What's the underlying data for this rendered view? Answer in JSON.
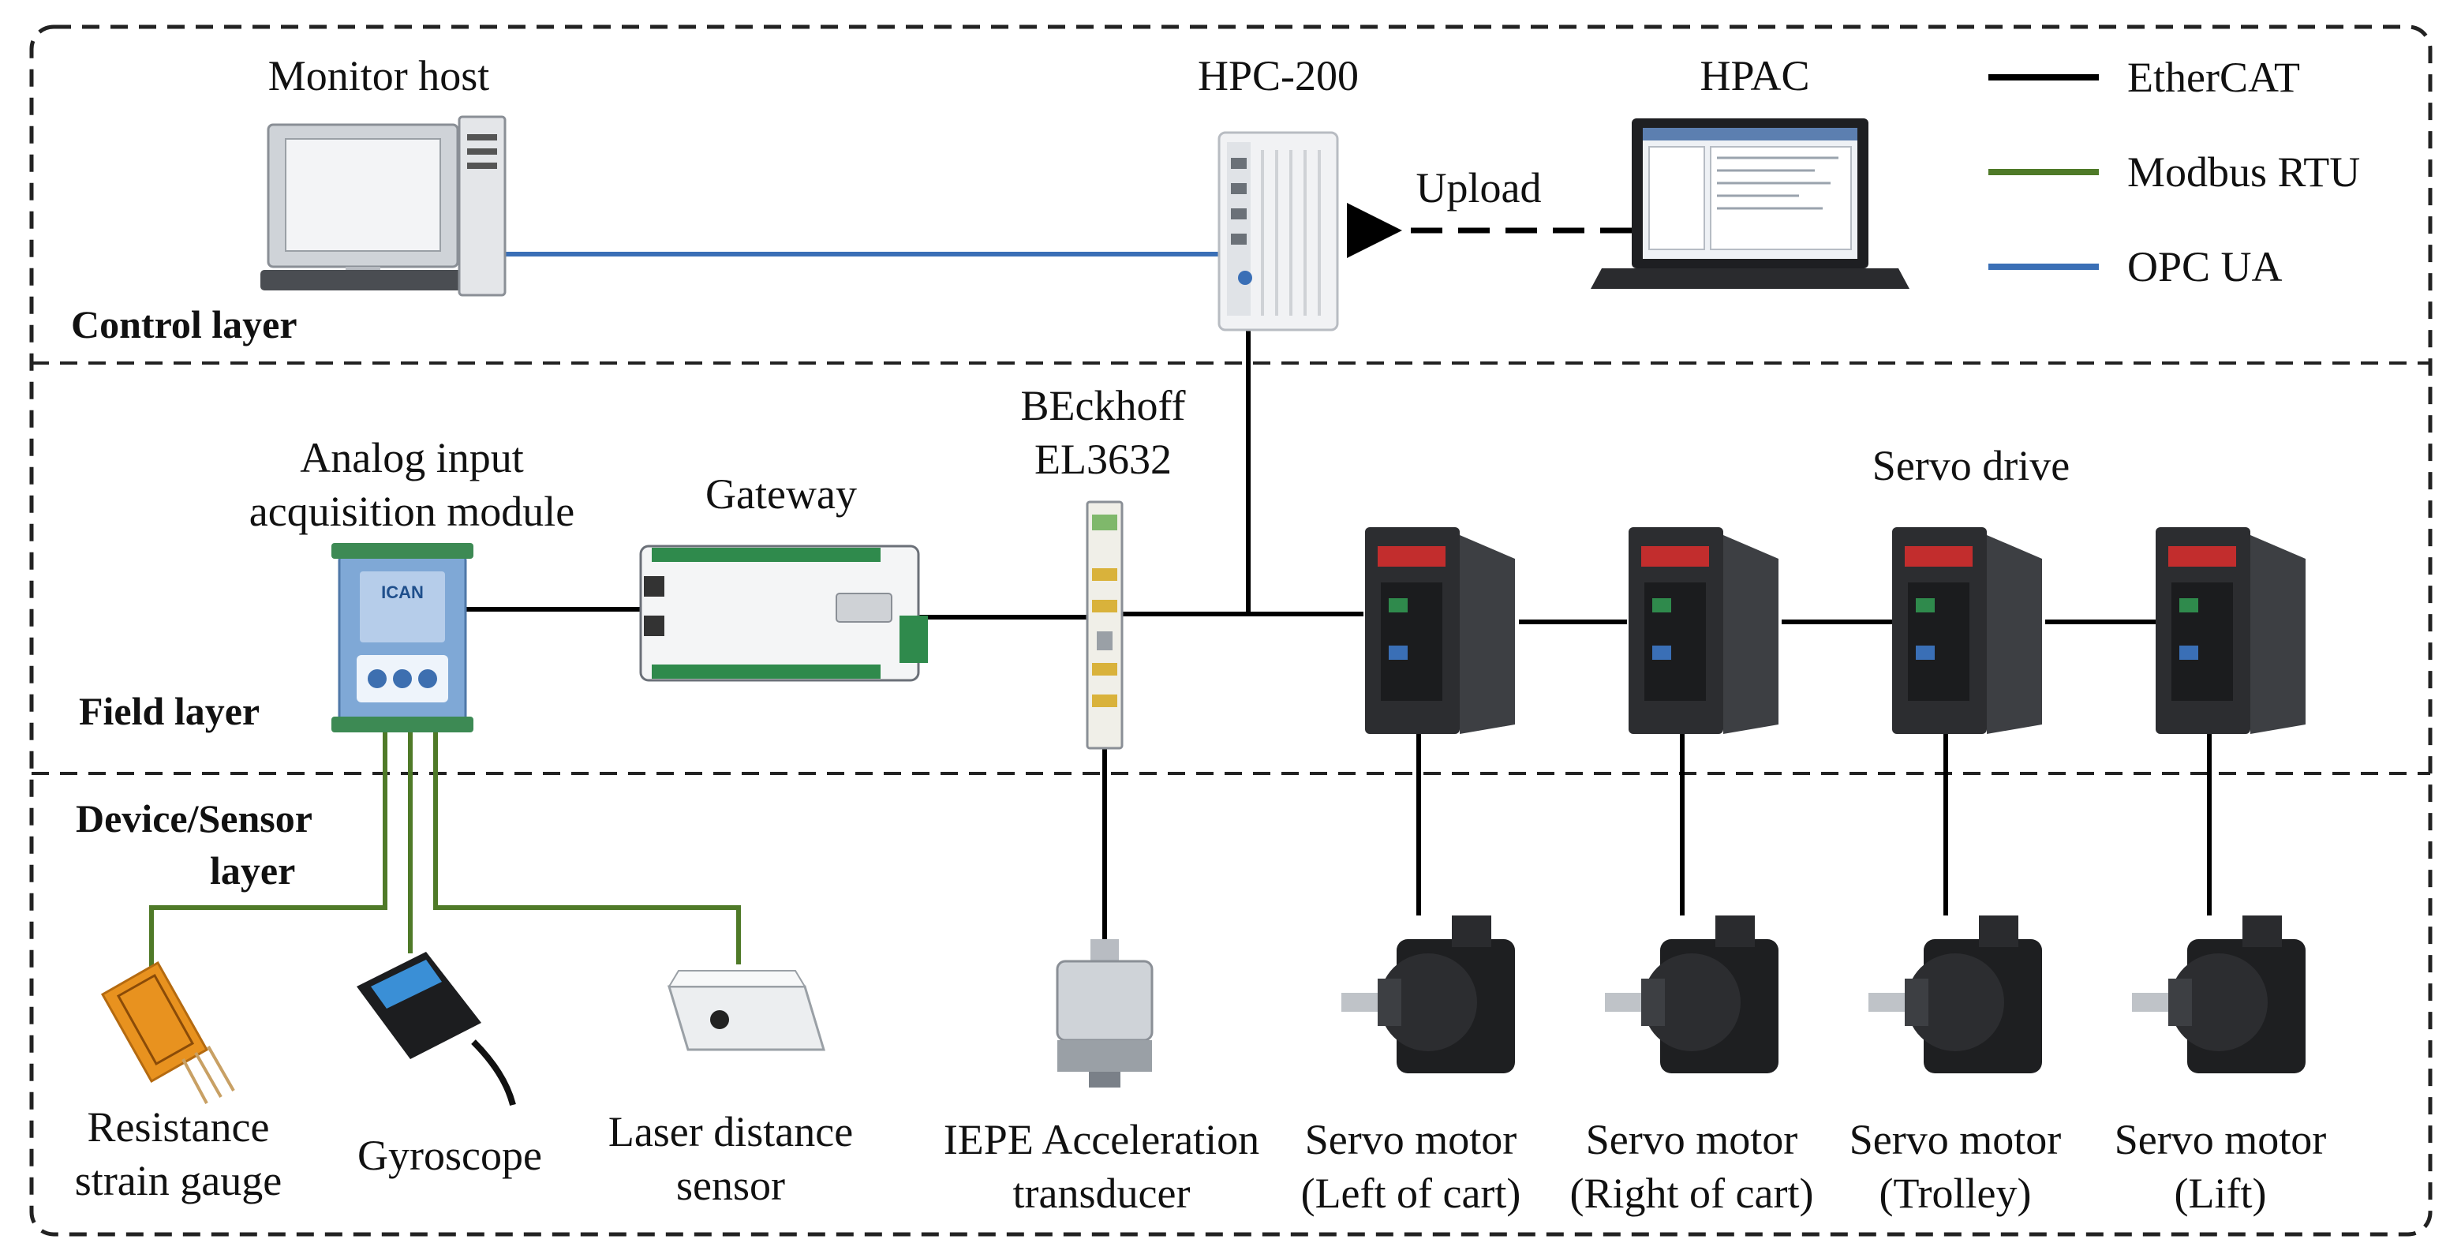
{
  "colors": {
    "ethercat": "#000000",
    "modbus": "#4f7a28",
    "opcua": "#3a6fb6",
    "frame": "#222222"
  },
  "legend": {
    "ethercat": "EtherCAT",
    "modbus": "Modbus RTU",
    "opcua": "OPC UA"
  },
  "layers": {
    "control": "Control layer",
    "field": "Field layer",
    "device_line1": "Device/Sensor",
    "device_line2": "layer"
  },
  "control": {
    "monitor_host": "Monitor host",
    "hpc": "HPC-200",
    "hpac": "HPAC",
    "upload": "Upload"
  },
  "field": {
    "analog_line1": "Analog input",
    "analog_line2": "acquisition module",
    "gateway": "Gateway",
    "beckhoff_line1": "BEckhoff",
    "beckhoff_line2": "EL3632",
    "servo_drive": "Servo drive",
    "icon_brand": "ICAN"
  },
  "devices": {
    "strain_line1": "Resistance",
    "strain_line2": "strain gauge",
    "gyroscope": "Gyroscope",
    "laser_line1": "Laser distance",
    "laser_line2": "sensor",
    "iepe_line1": "IEPE Acceleration",
    "iepe_line2": "transducer",
    "motors": [
      {
        "line1": "Servo motor",
        "line2": "(Left of cart)"
      },
      {
        "line1": "Servo motor",
        "line2": "(Right of cart)"
      },
      {
        "line1": "Servo motor",
        "line2": "(Trolley)"
      },
      {
        "line1": "Servo motor",
        "line2": "(Lift)"
      }
    ]
  }
}
